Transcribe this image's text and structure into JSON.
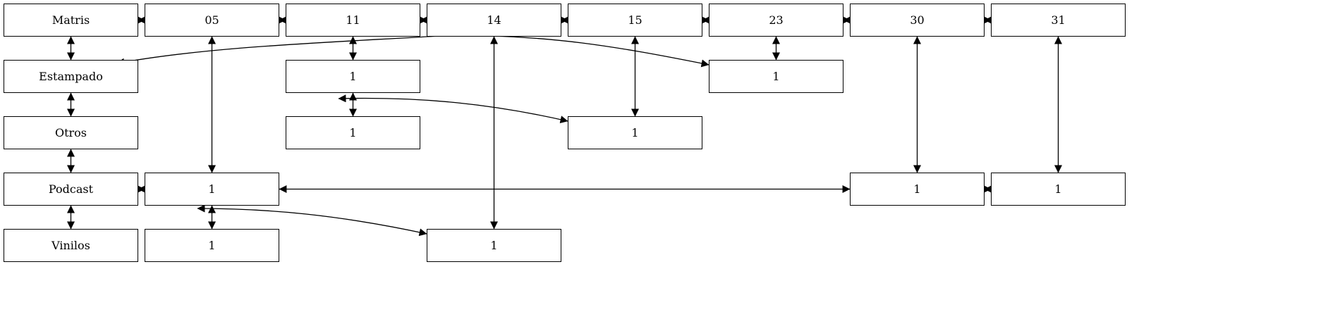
{
  "nodes": {
    "matris": "Matris",
    "c05": "05",
    "c11": "11",
    "c14": "14",
    "c15": "15",
    "c23": "23",
    "c30": "30",
    "c31": "31",
    "estampado": "Estampado",
    "n11a": "1",
    "n23a": "1",
    "otros": "Otros",
    "n11b": "1",
    "n15a": "1",
    "podcast": "Podcast",
    "n05a": "1",
    "n30a": "1",
    "n31a": "1",
    "vinilos": "Vinilos",
    "n05b": "1",
    "n14a": "1"
  },
  "edges": [
    {
      "from": "matris",
      "to": "c05"
    },
    {
      "from": "c05",
      "to": "c11"
    },
    {
      "from": "c11",
      "to": "c14"
    },
    {
      "from": "c14",
      "to": "c15"
    },
    {
      "from": "c15",
      "to": "c23"
    },
    {
      "from": "c23",
      "to": "c30"
    },
    {
      "from": "c30",
      "to": "c31"
    },
    {
      "from": "matris",
      "to": "estampado"
    },
    {
      "from": "estampado",
      "to": "otros"
    },
    {
      "from": "otros",
      "to": "podcast"
    },
    {
      "from": "podcast",
      "to": "vinilos"
    },
    {
      "from": "c11",
      "to": "n11a"
    },
    {
      "from": "n11a",
      "to": "n11b"
    },
    {
      "from": "c23",
      "to": "n23a"
    },
    {
      "from": "c15",
      "to": "n15a"
    },
    {
      "from": "c05",
      "to": "n05a"
    },
    {
      "from": "n05a",
      "to": "n05b"
    },
    {
      "from": "c14",
      "to": "n14a"
    },
    {
      "from": "c30",
      "to": "n30a"
    },
    {
      "from": "c31",
      "to": "n31a"
    },
    {
      "from": "podcast",
      "to": "n05a"
    },
    {
      "from": "n05a",
      "to": "n30a"
    },
    {
      "from": "n30a",
      "to": "n31a"
    },
    {
      "from": "estampado",
      "to": "n23a"
    },
    {
      "from": "otros",
      "to": "n15a"
    },
    {
      "from": "vinilos",
      "to": "n14a"
    }
  ]
}
